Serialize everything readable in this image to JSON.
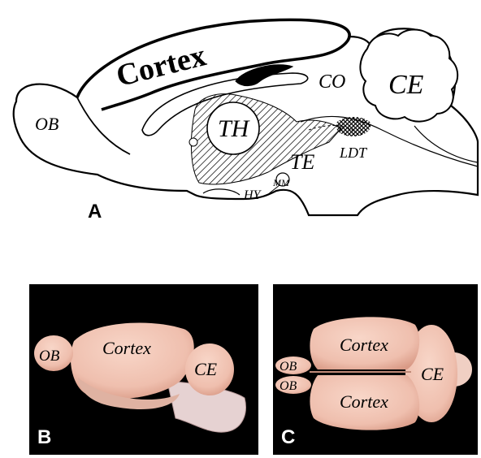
{
  "panel_a": {
    "letter": "A",
    "labels": {
      "cortex": "Cortex",
      "ob": "OB",
      "th": "TH",
      "co": "CO",
      "ce": "CE",
      "te": "TE",
      "ldt": "LDT",
      "mm": "MM",
      "hy": "HY"
    }
  },
  "panel_b": {
    "letter": "B",
    "labels": {
      "ob": "OB",
      "cortex": "Cortex",
      "ce": "CE"
    }
  },
  "panel_c": {
    "letter": "C",
    "labels": {
      "cortex_top": "Cortex",
      "cortex_bottom": "Cortex",
      "ob_top": "OB",
      "ob_bottom": "OB",
      "ce": "CE"
    }
  },
  "colors": {
    "tissue": "#f2c3b3",
    "tissue_shadow": "#d99a86",
    "background_photo": "#000000",
    "ink": "#000000"
  }
}
